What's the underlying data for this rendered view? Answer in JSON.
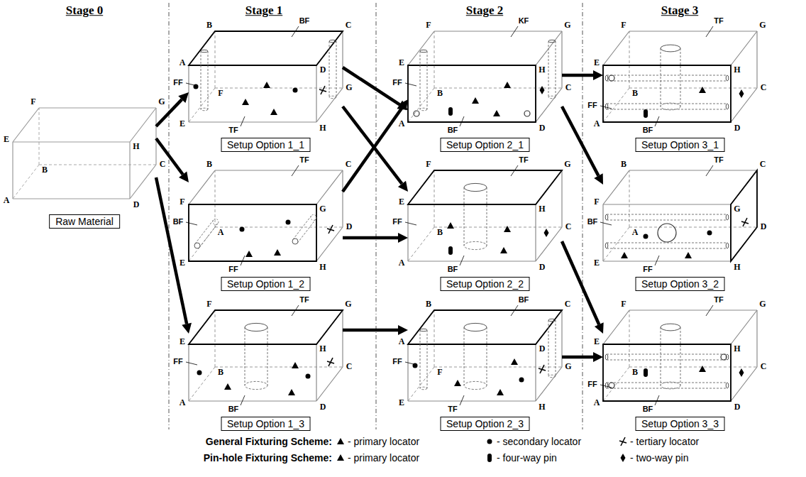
{
  "diagram": {
    "nodes": [
      {
        "text": [
          "Raw Material"
        ]
      },
      {
        "text": [
          "Setup Option 1_1"
        ]
      },
      {
        "text": [
          "Setup Option 1_2"
        ]
      },
      {
        "text": [
          "Setup Option 1_3"
        ]
      },
      {
        "text": [
          "Setup Option 2_1"
        ]
      },
      {
        "text": [
          "Setup Option 2_2"
        ]
      },
      {
        "text": [
          "Setup Option 2_3"
        ]
      },
      {
        "text": [
          "Setup Option 3_1"
        ]
      },
      {
        "text": [
          "Setup Option 3_2"
        ]
      },
      {
        "text": [
          "Setup Option 3_3"
        ]
      }
    ],
    "edges": [
      {
        "from": 0,
        "to": 1,
        "arrow": "to"
      },
      {
        "from": 0,
        "to": 2,
        "arrow": "to"
      },
      {
        "from": 0,
        "to": 3,
        "arrow": "to"
      },
      {
        "from": 1,
        "to": 4,
        "arrow": "to"
      },
      {
        "from": 1,
        "to": 5,
        "arrow": "to"
      },
      {
        "from": 2,
        "to": 4,
        "arrow": "to"
      },
      {
        "from": 2,
        "to": 5,
        "arrow": "to"
      },
      {
        "from": 3,
        "to": 6,
        "arrow": "to"
      },
      {
        "from": 4,
        "to": 7,
        "arrow": "to"
      },
      {
        "from": 4,
        "to": 8,
        "arrow": "to"
      },
      {
        "from": 5,
        "to": 9,
        "arrow": "to"
      },
      {
        "from": 6,
        "to": 9,
        "arrow": "to"
      }
    ],
    "labels": [
      "Stage 0",
      "Stage 1",
      "Stage 2",
      "Stage 3",
      "F",
      "G",
      "E",
      "H",
      "B",
      "C",
      "A",
      "D",
      "B",
      "C",
      "A",
      "D",
      "F",
      "G",
      "E",
      "H",
      "BF",
      "FF",
      "TF",
      "B",
      "C",
      "F",
      "G",
      "A",
      "D",
      "E",
      "H",
      "TF",
      "BF",
      "FF",
      "F",
      "G",
      "E",
      "H",
      "B",
      "C",
      "A",
      "D",
      "TF",
      "FF",
      "BF",
      "F",
      "G",
      "E",
      "H",
      "B",
      "C",
      "A",
      "D",
      "KF",
      "FF",
      "BF",
      "F",
      "G",
      "E",
      "H",
      "B",
      "C",
      "A",
      "D",
      "TF",
      "FF",
      "BF",
      "B",
      "C",
      "A",
      "D",
      "F",
      "G",
      "E",
      "H",
      "BF",
      "FF",
      "TF",
      "F",
      "G",
      "E",
      "H",
      "B",
      "C",
      "A",
      "D",
      "TF",
      "FF",
      "BF",
      "B",
      "C",
      "F",
      "G",
      "A",
      "D",
      "E",
      "H",
      "TF",
      "BF",
      "FF",
      "F",
      "G",
      "E",
      "H",
      "B",
      "C",
      "A",
      "D",
      "TF",
      "FF",
      "BF",
      "General Fixturing Scheme:",
      "Pin-hole Fixturing Scheme:"
    ],
    "legend": [
      {
        "text": "- primary locator"
      },
      {
        "text": "- secondary locator"
      },
      {
        "text": "- tertiary locator"
      },
      {
        "text": "- primary locator"
      },
      {
        "text": "- four-way pin"
      },
      {
        "text": "- two-way pin"
      }
    ]
  }
}
